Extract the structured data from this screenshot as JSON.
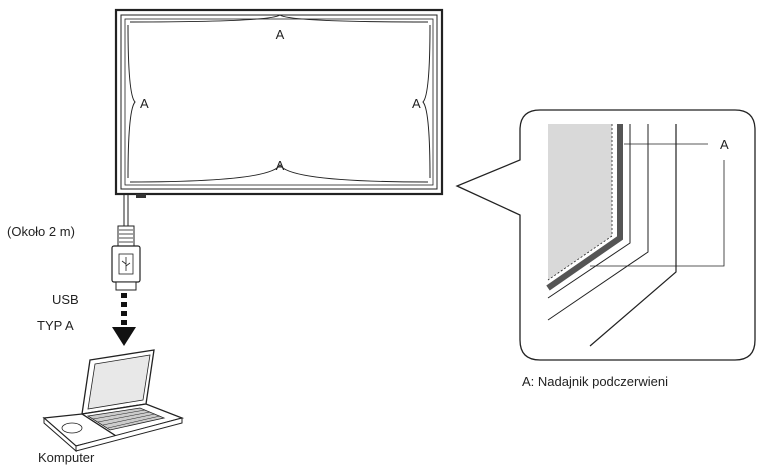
{
  "display": {
    "marker": "A"
  },
  "cable": {
    "length_label": "(Około 2 m)",
    "connector_line1": "USB",
    "connector_line2": "TYP A"
  },
  "computer": {
    "label": "Komputer"
  },
  "detail": {
    "marker": "A",
    "caption": "A: Nadajnik podczerwieni"
  }
}
